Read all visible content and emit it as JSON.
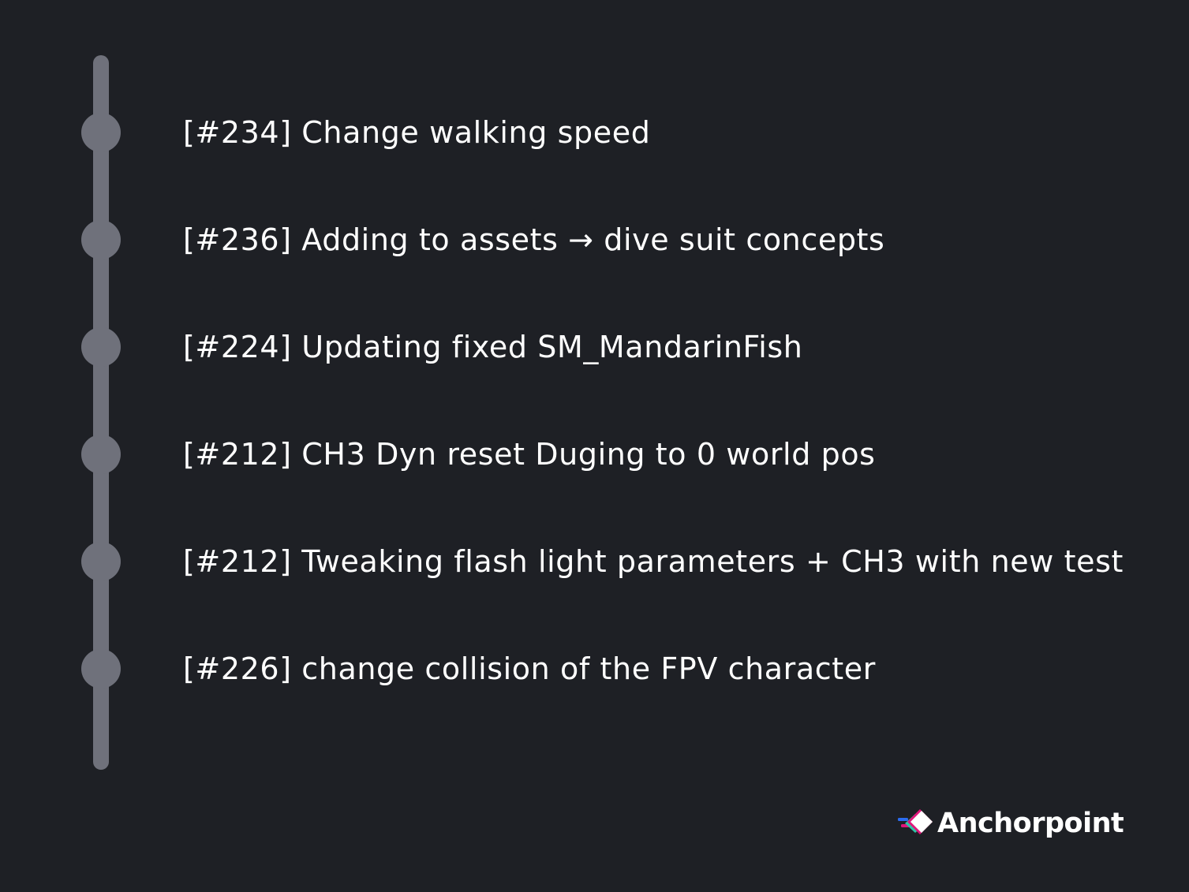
{
  "timeline": {
    "commits": [
      {
        "message": "[#234] Change walking speed"
      },
      {
        "message": "[#236] Adding to assets → dive suit concepts"
      },
      {
        "message": "[#224] Updating fixed SM_MandarinFish"
      },
      {
        "message": "[#212] CH3 Dyn reset Duging to 0 world pos"
      },
      {
        "message": "[#212] Tweaking flash light parameters + CH3 with new test"
      },
      {
        "message": "[#226] change collision of the FPV character"
      }
    ]
  },
  "brand": {
    "name": "Anchorpoint",
    "icon": "anchorpoint-logo-icon",
    "colors": {
      "pink": "#e0157a",
      "teal": "#2ec4a6",
      "blue": "#2b6cf0",
      "white": "#ffffff"
    }
  },
  "colors": {
    "background": "#1e2025",
    "timeline": "#6f717b",
    "text": "#ffffff"
  }
}
